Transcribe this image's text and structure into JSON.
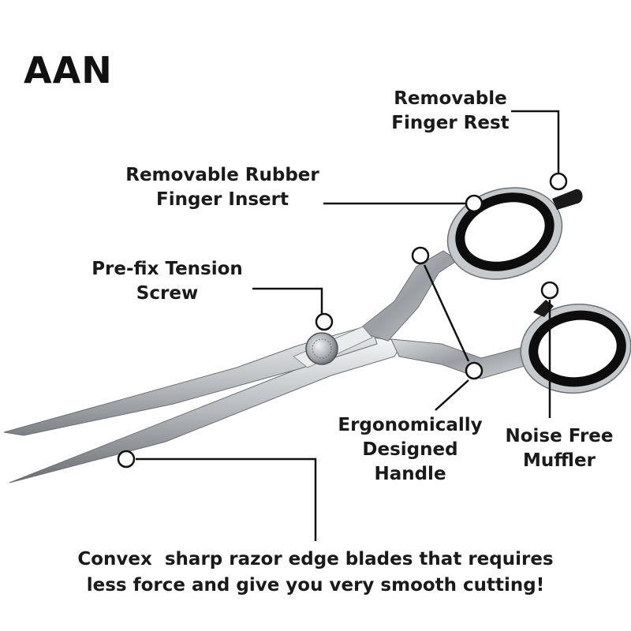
{
  "brand": "AAN",
  "callouts": {
    "finger_rest": {
      "line1": "Removable",
      "line2": "Finger Rest"
    },
    "rubber_insert": {
      "line1": "Removable Rubber",
      "line2": "Finger Insert"
    },
    "tension_screw": {
      "line1": "Pre-fix Tension",
      "line2": "Screw"
    },
    "handle": {
      "line1": "Ergonomically",
      "line2": "Designed",
      "line3": "Handle"
    },
    "muffler": {
      "line1": "Noise Free",
      "line2": "Muffler"
    }
  },
  "caption": {
    "line1": "Convex  sharp razor edge blades that requires",
    "line2": "less force and give you very smooth cutting!"
  },
  "colors": {
    "steel_light": "#e2e4e6",
    "steel_mid": "#a9adb1",
    "steel_dark": "#5c6064",
    "ring_black": "#0d0d0d",
    "leader": "#111111"
  }
}
